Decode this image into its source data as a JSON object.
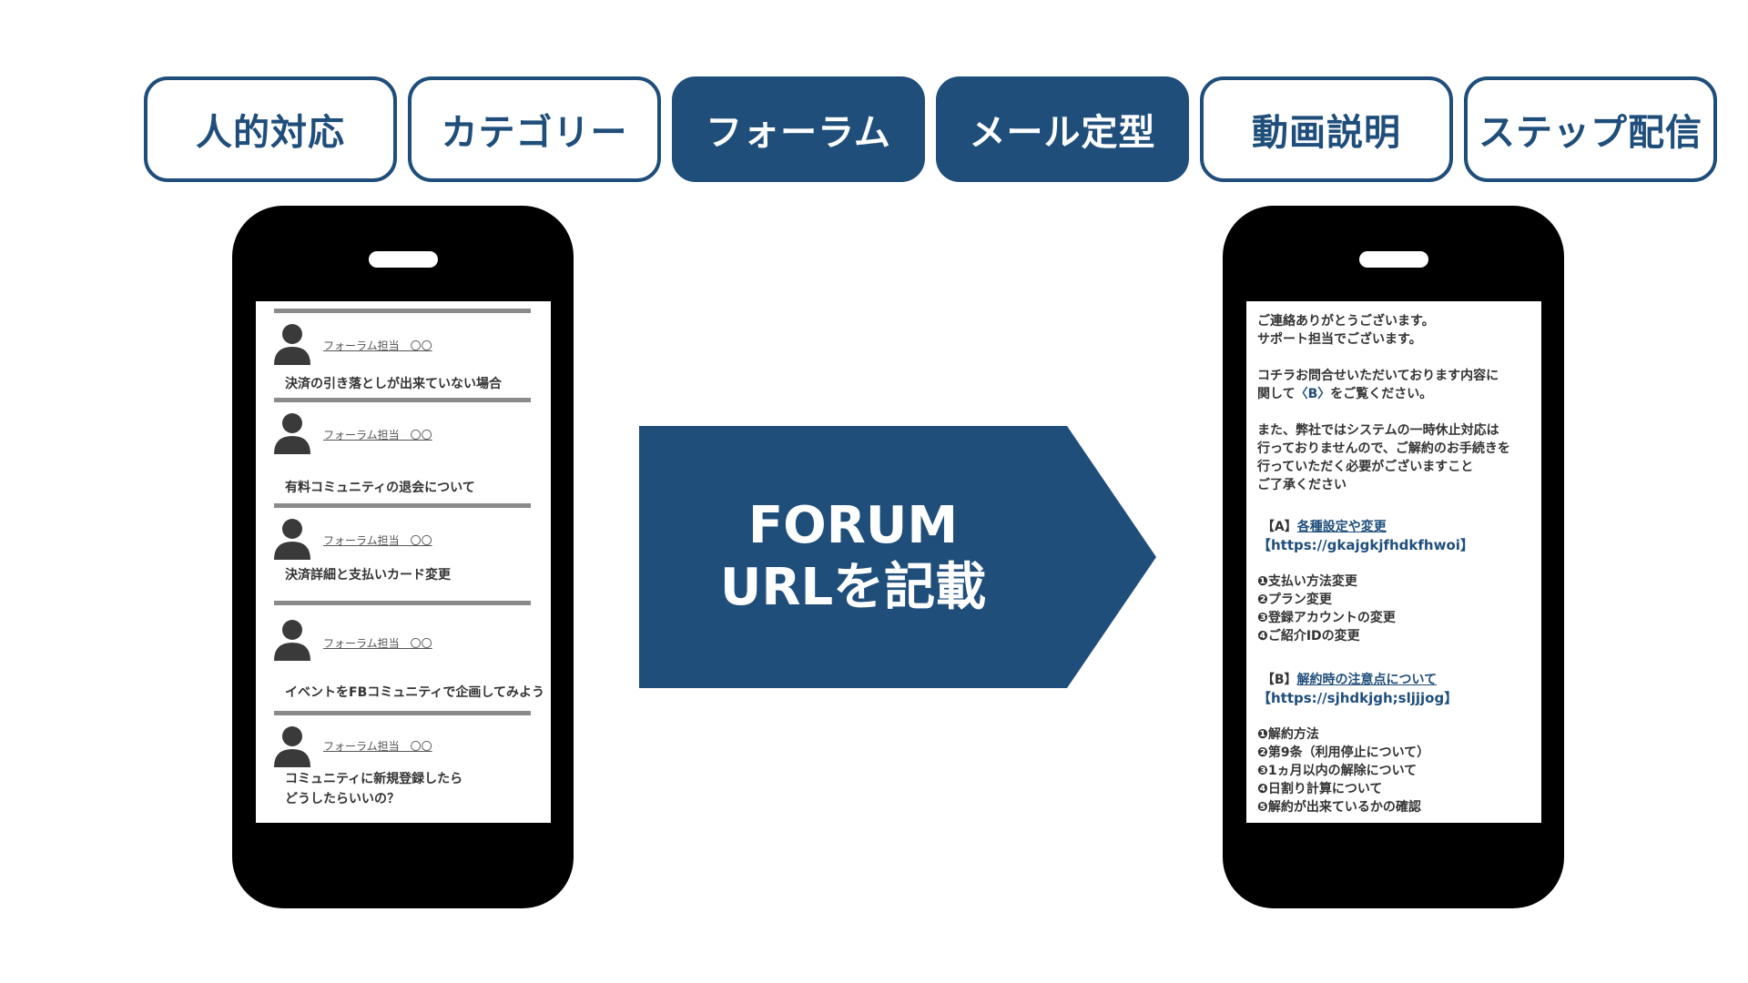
{
  "tabs": [
    {
      "label": "人的対応",
      "active": false
    },
    {
      "label": "カテゴリー",
      "active": false
    },
    {
      "label": "フォーラム",
      "active": true
    },
    {
      "label": "メール定型",
      "active": true
    },
    {
      "label": "動画説明",
      "active": false
    },
    {
      "label": "ステップ配信",
      "active": false
    }
  ],
  "forum": {
    "posts": [
      {
        "author": "フォーラム担当　〇〇",
        "title": "決済の引き落としが出来ていない場合"
      },
      {
        "author": "フォーラム担当　〇〇",
        "title": "有料コミュニティの退会について"
      },
      {
        "author": "フォーラム担当　〇〇",
        "title": "決済詳細と支払いカード変更"
      },
      {
        "author": "フォーラム担当　〇〇",
        "title": "イベントをFBコミュニティで企画してみよう"
      },
      {
        "author": "フォーラム担当　〇〇",
        "title": "コミュニティに新規登録したら\nどうしたらいいの？"
      }
    ]
  },
  "arrow": {
    "line1": "FORUM",
    "line2": "URLを記載"
  },
  "mail": {
    "greeting1": "ご連絡ありがとうございます。",
    "greeting2": "サポート担当でございます。",
    "intro1": "コチラお問合せいただいております内容に",
    "intro2_pre": "関して",
    "intro2_ref": "〈B〉",
    "intro2_post": "をご覧ください。",
    "notice1": "また、弊社ではシステムの一時休止対応は",
    "notice2": "行っておりませんので、ご解約のお手続きを",
    "notice3": "行っていただく必要がございますこと",
    "notice4": "ご了承ください",
    "sectionA_tag": "【A】",
    "sectionA_title": "各種設定や変更",
    "sectionA_url": "【https://gkajgkjfhdkfhwoi】",
    "sectionA_items": [
      "❶支払い方法変更",
      "❷プラン変更",
      "❸登録アカウントの変更",
      "❹ご紹介IDの変更"
    ],
    "sectionB_tag": "【B】",
    "sectionB_title": "解約時の注意点について",
    "sectionB_url": "【https://sjhdkjgh;sljjjog】",
    "sectionB_items": [
      "❶解約方法",
      "❷第9条（利用停止について）",
      "❸1ヵ月以内の解除について",
      "❹日割り計算について",
      "❺解約が出来ているかの確認"
    ]
  },
  "colors": {
    "accent": "#1f4e7b",
    "phone": "#000000",
    "divider": "#8a8a8a"
  }
}
